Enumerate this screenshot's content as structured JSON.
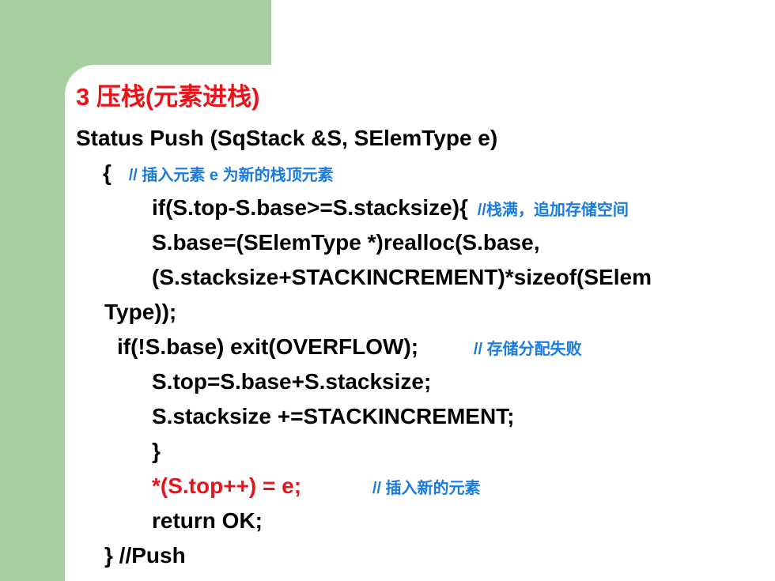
{
  "slide": {
    "title": "3   压栈(元素进栈)",
    "code": {
      "l1": "Status Push (SqStack &S, SElemType e)",
      "l2_brace": "{",
      "l2_comment": "// 插入元素 e 为新的栈顶元素",
      "l3_code": "if(S.top-S.base>=S.stacksize){",
      "l3_comment": "//栈满，追加存储空间",
      "l4": "S.base=(SElemType *)realloc(S.base,",
      "l5": "(S.stacksize+STACKINCREMENT)*sizeof(SElem",
      "l6": "Type));",
      "l7_code": "if(!S.base) exit(OVERFLOW);",
      "l7_comment": "// 存储分配失败",
      "l8": "S.top=S.base+S.stacksize;",
      "l9": "S.stacksize +=STACKINCREMENT;",
      "l10": "}",
      "l11_code": "*(S.top++) = e;",
      "l11_comment": "// 插入新的元素",
      "l12": "return OK;",
      "l13": "} //Push"
    }
  },
  "colors": {
    "background_green": "#a5cf9e",
    "title_red": "#e8141b",
    "comment_blue": "#1a7be3"
  }
}
